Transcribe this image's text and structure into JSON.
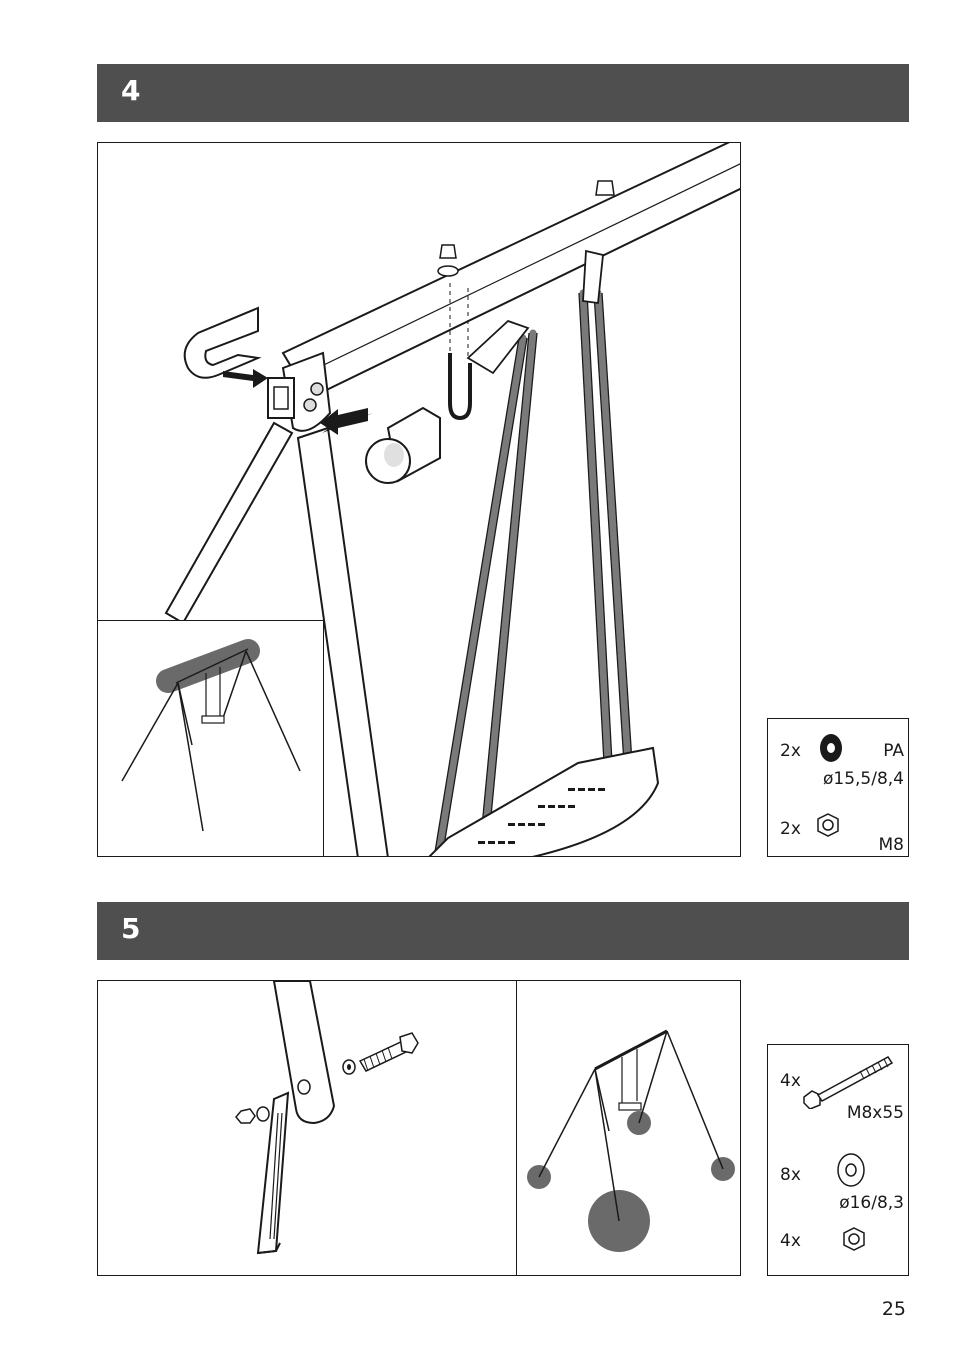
{
  "steps": [
    {
      "number": "4",
      "parts": [
        {
          "qty": "2x",
          "code": "PA",
          "spec": "ø15,5/8,4",
          "icon": "washer-icon"
        },
        {
          "qty": "2x",
          "spec": "M8",
          "icon": "nut-icon"
        }
      ]
    },
    {
      "number": "5",
      "parts": [
        {
          "qty": "4x",
          "spec": "M8x55",
          "icon": "bolt-icon"
        },
        {
          "qty": "8x",
          "spec": "ø16/8,3",
          "icon": "washer-icon"
        },
        {
          "qty": "4x",
          "icon": "nut-icon"
        }
      ]
    }
  ],
  "page_number": "25"
}
